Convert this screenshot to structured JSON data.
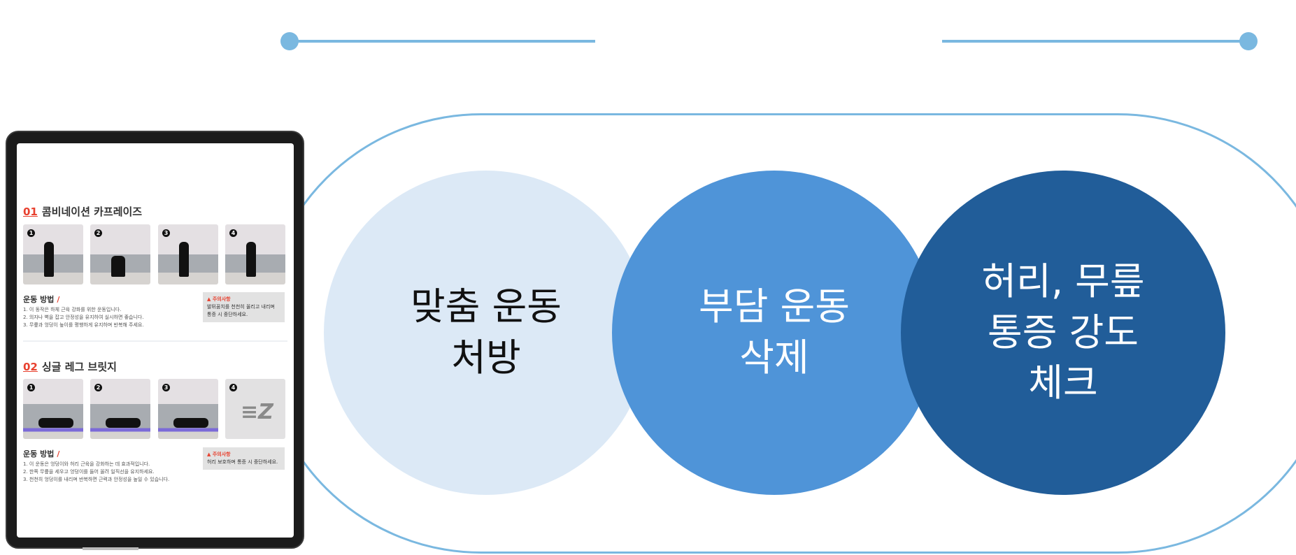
{
  "colors": {
    "accent_line": "#7ab8e0",
    "circle1": "#dce9f6",
    "circle2": "#4f94d8",
    "circle3": "#215d99",
    "red": "#e8412f"
  },
  "circles": [
    {
      "label": "맞춤 운동\n처방"
    },
    {
      "label": "부담 운동\n삭제"
    },
    {
      "label": "허리, 무릎\n통증 강도\n체크"
    }
  ],
  "tablet": {
    "exercises": [
      {
        "number": "01",
        "title": "콤비네이션 카프레이즈",
        "steps": [
          "1",
          "2",
          "3",
          "4"
        ],
        "method_title": "운동 방법",
        "slash": "/",
        "method_lines": [
          "1. 이 동작은 하체 근육 강화를 위한 운동입니다.",
          "2. 의자나 벽을 잡고 안정성을 유지하여 실시하면 좋습니다.",
          "3. 무릎과 엉덩이 높이를 평행하게 유지하며 반복해 주세요."
        ],
        "caution_title": "주의사항",
        "caution_text": "발뒤꿈치를 천천히 올리고 내리며 통증 시 중단하세요."
      },
      {
        "number": "02",
        "title": "싱글 레그 브릿지",
        "steps": [
          "1",
          "2",
          "3",
          "4"
        ],
        "method_title": "운동 방법",
        "slash": "/",
        "method_lines": [
          "1. 이 운동은 엉덩이와 허리 근육을 강화하는 데 효과적입니다.",
          "2. 한쪽 무릎을 세우고 엉덩이를 들어 올려 일직선을 유지하세요.",
          "3. 천천히 엉덩이를 내리며 반복하면 근력과 안정성을 높일 수 있습니다."
        ],
        "caution_title": "주의사항",
        "caution_text": "허리 보호하며 통증 시 중단하세요.",
        "logo_text": "Z"
      }
    ]
  }
}
